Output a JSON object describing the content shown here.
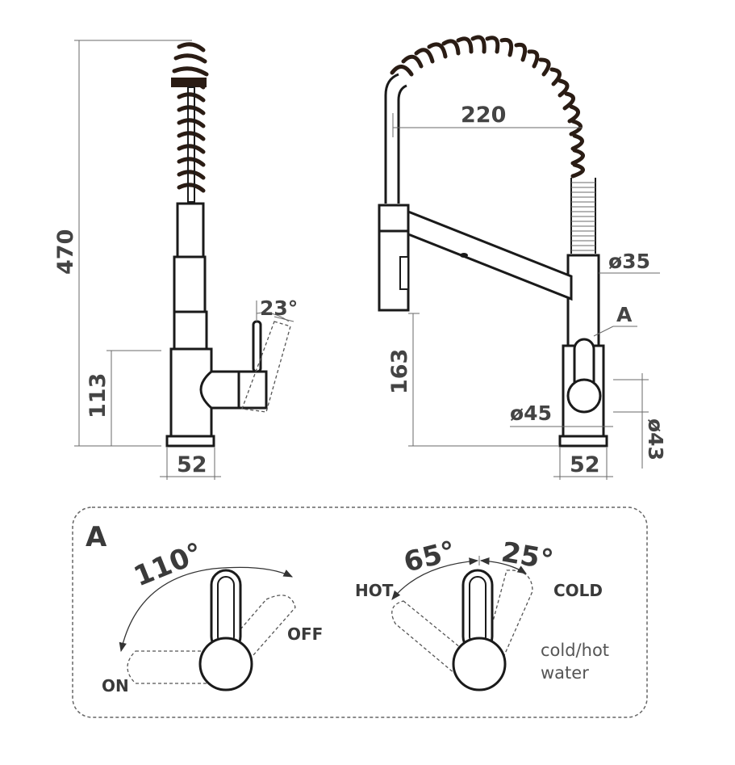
{
  "dimensions": {
    "total_height": "470",
    "base_height_side": "113",
    "base_width_side": "52",
    "lever_angle": "23°",
    "spout_reach": "220",
    "column_diameter": "ø35",
    "detail_marker": "A",
    "base_height_front": "163",
    "base_diameter": "ø45",
    "base_width_front": "52",
    "handle_diameter": "ø43"
  },
  "detail": {
    "title": "A",
    "open_angle": "110°",
    "hot_angle": "65°",
    "cold_angle": "25°",
    "on_label": "ON",
    "off_label": "OFF",
    "hot_label": "HOT",
    "cold_label": "COLD",
    "mix_note_line1": "cold/hot",
    "mix_note_line2": "water"
  },
  "colors": {
    "outline": "#1a1a1a",
    "spring": "#2a1c14",
    "dimension_line": "#6a6a6a",
    "text": "#444444"
  }
}
